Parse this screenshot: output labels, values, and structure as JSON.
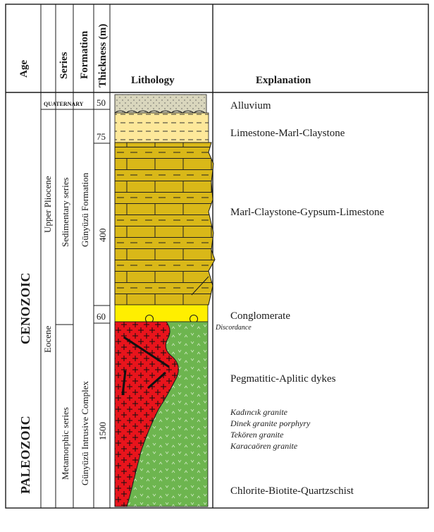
{
  "headers": {
    "age": "Age",
    "series": "Series",
    "formation": "Formation",
    "thickness": "Thickness (m)",
    "lithology": "Lithology",
    "explanation": "Explanation"
  },
  "age": {
    "cenozoic": "CENOZOIC",
    "paleozoic": "PALEOZOIC",
    "quaternary": "QUATERNARY",
    "upper_pliocene": "Upper Pliocene",
    "eocene": "Eocene"
  },
  "series": {
    "sedimentary": "Sedimentary series",
    "metamorphic": "Metamorphic series"
  },
  "formation": {
    "gunyuzu_formation": "Günyüzü Formation",
    "gunyuzu_complex": "Günyüzü Intrusive Complex"
  },
  "thickness": {
    "alluvium": "50",
    "limestone_marl": "75",
    "marl_gypsum": "400",
    "conglomerate": "60",
    "basement": "1500"
  },
  "explanation": {
    "alluvium": "Alluvium",
    "limestone_marl": "Limestone-Marl-Claystone",
    "marl_gypsum": "Marl-Claystone-Gypsum-Limestone",
    "conglomerate": "Conglomerate",
    "discordance": "Discordance",
    "pegmatitic": "Pegmatitic-Aplitic dykes",
    "granite_1": "Kadıncık granite",
    "granite_2": "Dinek granite porphyry",
    "granite_3": "Tekören granite",
    "granite_4": "Karacaören granite",
    "schist": "Chlorite-Biotite-Quartzschist"
  },
  "colors": {
    "alluvium": "#d9d6bd",
    "limestone_marl": "#fde89a",
    "marl_gypsum": "#d9b818",
    "conglomerate": "#ffef00",
    "granite": "#e8141c",
    "schist": "#6db54f",
    "line": "#1a1a1a"
  }
}
